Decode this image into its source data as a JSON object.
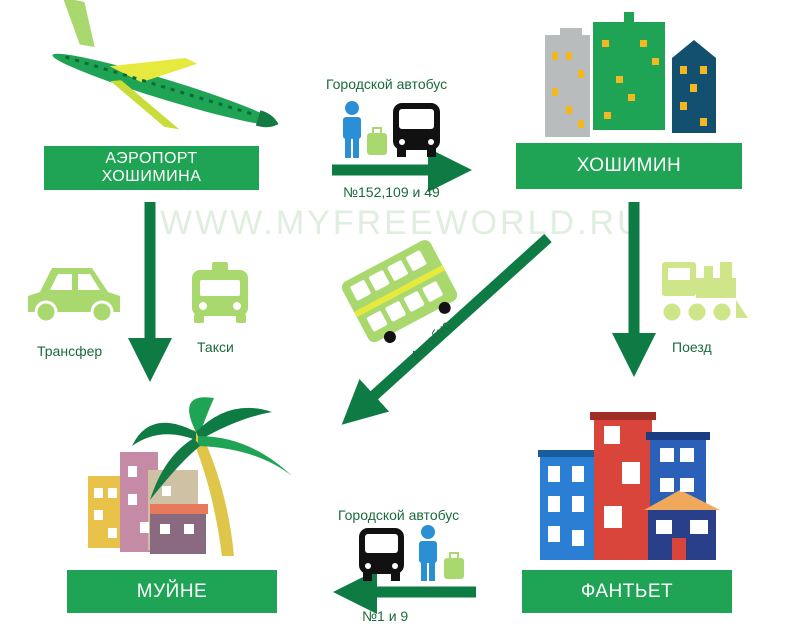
{
  "watermark": "WWW.MYFREEWORLD.RU",
  "nodes": {
    "airport": {
      "line1": "АЭРОПОРТ",
      "line2": "ХОШИМИНА"
    },
    "hcmc": {
      "label": "ХОШИМИН"
    },
    "muine": {
      "label": "МУЙНЕ"
    },
    "phanthiet": {
      "label": "ФАНТЬЕТ"
    }
  },
  "routes": {
    "airport_to_hcmc": {
      "mode": "Городской автобус",
      "numbers": "№152,109 и 49"
    },
    "airport_to_muine": {
      "transfer": "Трансфер",
      "taxi": "Такси"
    },
    "hcmc_to_muine": {
      "mode": "Автобус"
    },
    "hcmc_to_phanthiet": {
      "mode": "Поезд"
    },
    "phanthiet_to_muine": {
      "mode": "Городской автобус",
      "numbers": "№1 и 9"
    }
  },
  "colors": {
    "box": "#1fa355",
    "arrow": "#0e7a44",
    "label": "#1a6b3c",
    "light_green": "#a9d86e",
    "dark": "#111111",
    "person": "#2a8fd4"
  },
  "icons": [
    "airplane-icon",
    "city-buildings-icon",
    "person-icon",
    "luggage-icon",
    "bus-icon",
    "car-icon",
    "taxi-icon",
    "double-decker-bus-icon",
    "train-icon",
    "palm-tree-icon",
    "colorful-houses-icon"
  ]
}
